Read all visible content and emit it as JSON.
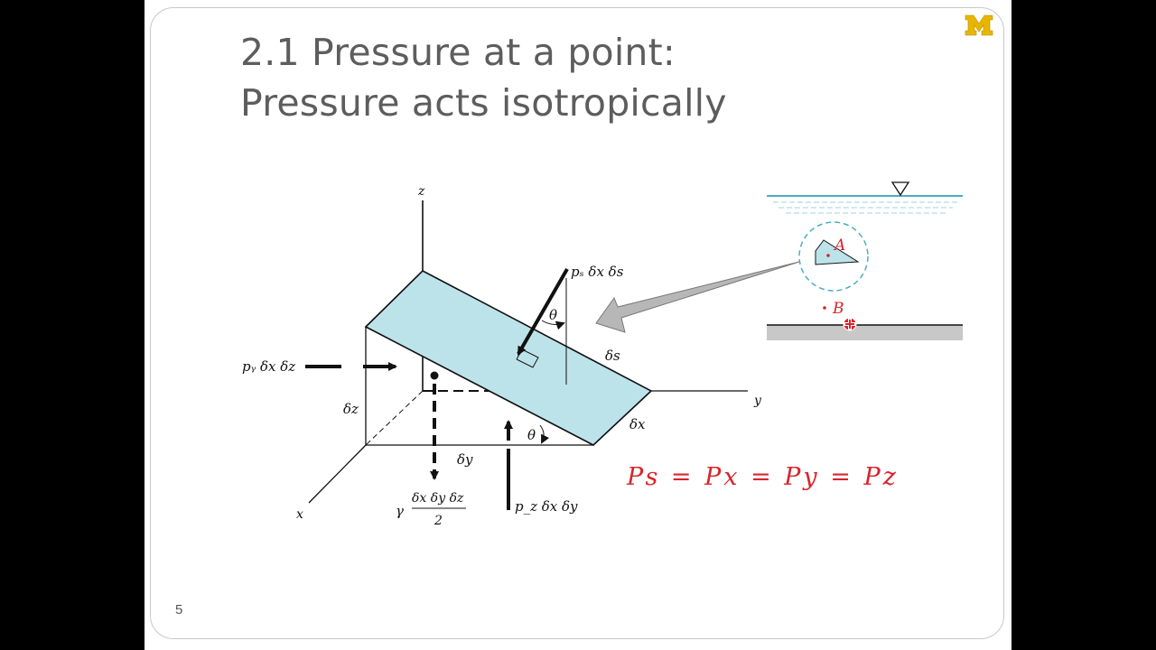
{
  "slide": {
    "title_line1": "2.1 Pressure at a point:",
    "title_line2": "Pressure acts isotropically",
    "number": "5"
  },
  "diagram": {
    "axis_z": "z",
    "axis_y": "y",
    "axis_x": "x",
    "force_top": "pₛ δx δs",
    "force_side": "pᵧ δx δz",
    "force_bottom": "p_z δx δy",
    "weight_gamma": "γ",
    "weight_numerator": "δx δy δz",
    "weight_denominator": "2",
    "label_ds": "δs",
    "label_dz": "δz",
    "label_dy": "δy",
    "label_dx": "δx",
    "theta": "θ",
    "handwritten_equation": "Ps = Px = Py = Pz",
    "inset_point_a": "A",
    "inset_point_b": "B"
  },
  "colors": {
    "accent_maize": "#e8b600",
    "prism_fill": "#bde3ea",
    "water_line": "#4aaebf",
    "annotation_red": "#d8232a"
  }
}
